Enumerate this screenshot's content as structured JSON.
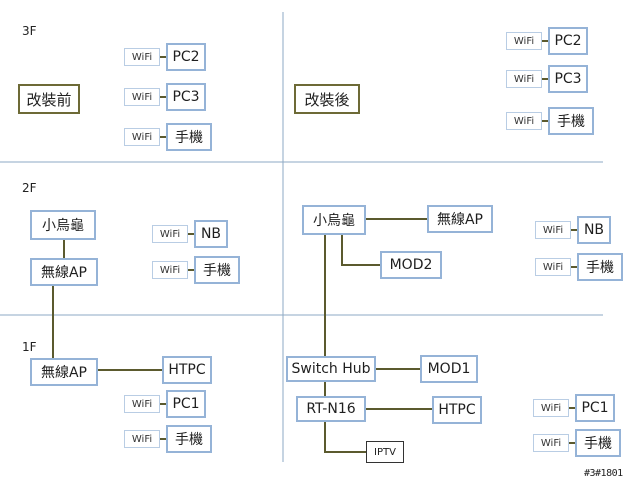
{
  "floors": {
    "f3": "3F",
    "f2": "2F",
    "f1": "1F"
  },
  "notes": {
    "before": "改裝前",
    "after": "改裝後"
  },
  "wifi_label": "WiFi",
  "before": {
    "f3": {
      "pc2": "PC2",
      "pc3": "PC3",
      "phone": "手機"
    },
    "f2": {
      "router": "小烏龜",
      "ap": "無線AP",
      "nb": "NB",
      "phone": "手機"
    },
    "f1": {
      "ap": "無線AP",
      "htpc": "HTPC",
      "pc1": "PC1",
      "phone": "手機"
    }
  },
  "after": {
    "f3": {
      "pc2": "PC2",
      "pc3": "PC3",
      "phone": "手機"
    },
    "f2": {
      "router": "小烏龜",
      "ap": "無線AP",
      "mod2": "MOD2",
      "nb": "NB",
      "phone": "手機"
    },
    "f1": {
      "switch": "Switch Hub",
      "mod1": "MOD1",
      "rt": "RT-N16",
      "htpc": "HTPC",
      "iptv": "IPTV",
      "pc1": "PC1",
      "phone": "手機"
    }
  },
  "watermark": "#3#1801"
}
